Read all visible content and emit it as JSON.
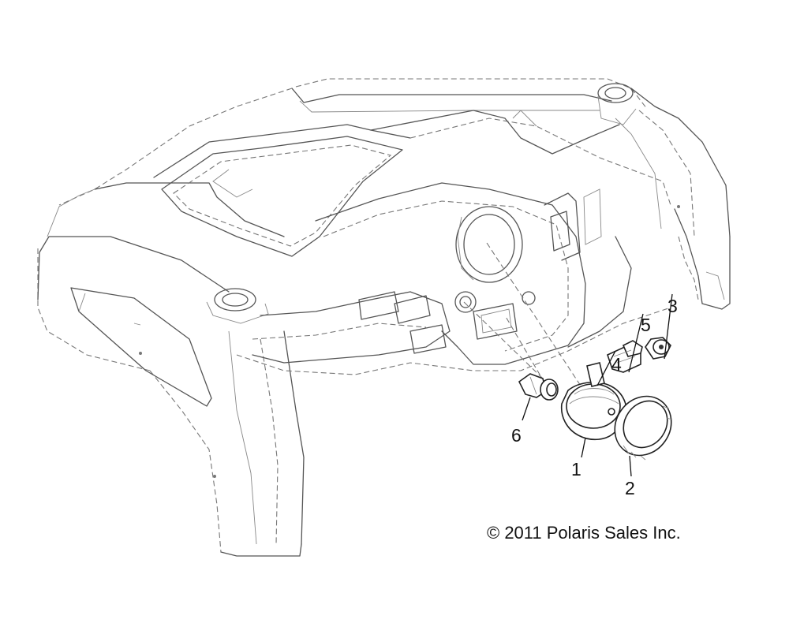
{
  "callouts": [
    "1",
    "2",
    "3",
    "4",
    "5",
    "6"
  ],
  "copyright": "© 2011 Polaris Sales Inc."
}
